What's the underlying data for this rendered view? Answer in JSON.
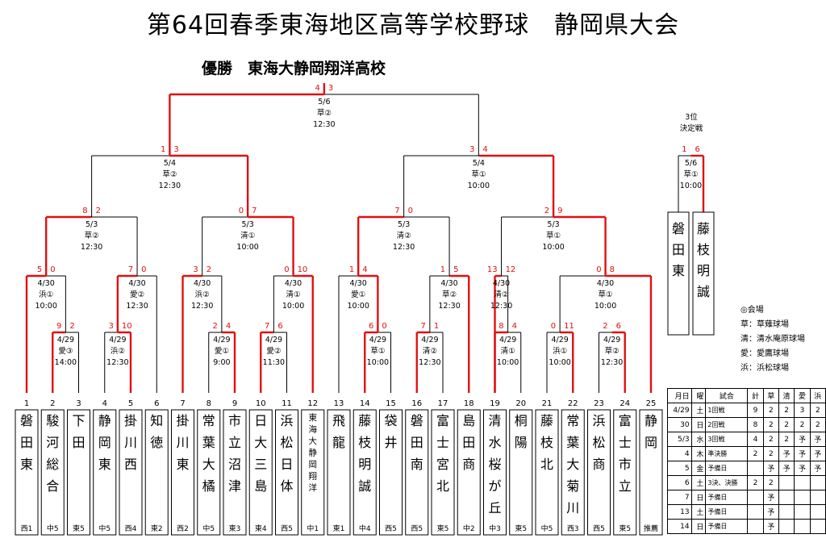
{
  "title": "第64回春季東海地区高等学校野球　静岡県大会",
  "winner": "優勝　東海大静岡翔洋高校",
  "teams": [
    {
      "num": "1",
      "name": "磐田東",
      "region": "西1"
    },
    {
      "num": "2",
      "name": "駿河総合",
      "region": "中5"
    },
    {
      "num": "3",
      "name": "下田",
      "region": "東5"
    },
    {
      "num": "4",
      "name": "静岡東",
      "region": "中5"
    },
    {
      "num": "5",
      "name": "掛川西",
      "region": "西4"
    },
    {
      "num": "6",
      "name": "知徳",
      "region": "東2"
    },
    {
      "num": "7",
      "name": "掛川東",
      "region": "西2"
    },
    {
      "num": "8",
      "name": "常葉大橘",
      "region": "中5"
    },
    {
      "num": "9",
      "name": "市立沼津",
      "region": "東3"
    },
    {
      "num": "10",
      "name": "日大三島",
      "region": "東4"
    },
    {
      "num": "11",
      "name": "浜松日体",
      "region": "西5"
    },
    {
      "num": "12",
      "name": "東海大静岡翔洋",
      "region": "中1"
    },
    {
      "num": "13",
      "name": "飛龍",
      "region": "東1"
    },
    {
      "num": "14",
      "name": "藤枝明誠",
      "region": "中4"
    },
    {
      "num": "15",
      "name": "袋井",
      "region": "西5"
    },
    {
      "num": "16",
      "name": "磐田南",
      "region": "西5"
    },
    {
      "num": "17",
      "name": "富士宮北",
      "region": "東5"
    },
    {
      "num": "18",
      "name": "島田商",
      "region": "中2"
    },
    {
      "num": "19",
      "name": "清水桜が丘",
      "region": "中3"
    },
    {
      "num": "20",
      "name": "桐陽",
      "region": "東5"
    },
    {
      "num": "21",
      "name": "藤枝北",
      "region": "中5"
    },
    {
      "num": "22",
      "name": "常葉大菊川",
      "region": "西3"
    },
    {
      "num": "23",
      "name": "浜松商",
      "region": "西5"
    },
    {
      "num": "24",
      "name": "富士市立",
      "region": "東5"
    },
    {
      "num": "25",
      "name": "静岡",
      "region": "推薦"
    }
  ],
  "games": [
    {
      "id": "r1a",
      "date": "4/29",
      "venue": "愛③",
      "time": "14:00",
      "ls": "9",
      "rs": "2"
    },
    {
      "id": "r1b",
      "date": "4/29",
      "venue": "浜②",
      "time": "12:30",
      "ls": "3",
      "rs": "10"
    },
    {
      "id": "r1c",
      "date": "4/29",
      "venue": "愛①",
      "time": "9:00",
      "ls": "2",
      "rs": "4"
    },
    {
      "id": "r1d",
      "date": "4/29",
      "venue": "愛②",
      "time": "11:30",
      "ls": "7",
      "rs": "6"
    },
    {
      "id": "r1e",
      "date": "4/29",
      "venue": "草①",
      "time": "10:00",
      "ls": "6",
      "rs": "0"
    },
    {
      "id": "r1f",
      "date": "4/29",
      "venue": "清②",
      "time": "12:30",
      "ls": "7",
      "rs": "1"
    },
    {
      "id": "r1g",
      "date": "4/29",
      "venue": "清①",
      "time": "10:00",
      "ls": "8",
      "rs": "4"
    },
    {
      "id": "r1h",
      "date": "4/29",
      "venue": "浜①",
      "time": "10:00",
      "ls": "0",
      "rs": "11"
    },
    {
      "id": "r1i",
      "date": "4/29",
      "venue": "草②",
      "time": "12:30",
      "ls": "2",
      "rs": "6"
    },
    {
      "id": "r2a",
      "date": "4/30",
      "venue": "浜①",
      "time": "10:00",
      "ls": "5",
      "rs": "0"
    },
    {
      "id": "r2b",
      "date": "4/30",
      "venue": "愛②",
      "time": "12:30",
      "ls": "7",
      "rs": "0"
    },
    {
      "id": "r2c",
      "date": "4/30",
      "venue": "浜②",
      "time": "12:30",
      "ls": "3",
      "rs": "2"
    },
    {
      "id": "r2d",
      "date": "4/30",
      "venue": "清①",
      "time": "10:00",
      "ls": "0",
      "rs": "10"
    },
    {
      "id": "r2e",
      "date": "4/30",
      "venue": "愛①",
      "time": "10:00",
      "ls": "1",
      "rs": "4"
    },
    {
      "id": "r2f",
      "date": "4/30",
      "venue": "草②",
      "time": "12:30",
      "ls": "1",
      "rs": "5"
    },
    {
      "id": "r2g",
      "date": "4/30",
      "venue": "清②",
      "time": "12:30",
      "ls": "13",
      "rs": "12"
    },
    {
      "id": "r2h",
      "date": "4/30",
      "venue": "草①",
      "time": "10:00",
      "ls": "0",
      "rs": "8"
    },
    {
      "id": "qfa",
      "date": "5/3",
      "venue": "草②",
      "time": "12:30",
      "ls": "8",
      "rs": "2"
    },
    {
      "id": "qfb",
      "date": "5/3",
      "venue": "清①",
      "time": "10:00",
      "ls": "0",
      "rs": "7"
    },
    {
      "id": "qfc",
      "date": "5/3",
      "venue": "清②",
      "time": "12:30",
      "ls": "7",
      "rs": "0"
    },
    {
      "id": "qfd",
      "date": "5/3",
      "venue": "草①",
      "time": "10:00",
      "ls": "2",
      "rs": "9"
    },
    {
      "id": "sfa",
      "date": "5/4",
      "venue": "草②",
      "time": "12:30",
      "ls": "1",
      "rs": "3"
    },
    {
      "id": "sfb",
      "date": "5/4",
      "venue": "草①",
      "time": "10:00",
      "ls": "3",
      "rs": "4"
    },
    {
      "id": "final",
      "date": "5/6",
      "venue": "草②",
      "time": "12:30",
      "ls": "4",
      "rs": "3"
    },
    {
      "id": "third",
      "date": "5/6",
      "venue": "草①",
      "time": "10:00",
      "ls": "1",
      "rs": "6"
    }
  ],
  "third_place": {
    "label1": "3位",
    "label2": "決定戦",
    "left_team": "磐田東",
    "right_team": "藤枝明誠"
  },
  "legend": {
    "title": "◎会場",
    "items": [
      "草：草薙球場",
      "清：清水庵原球場",
      "愛：愛鷹球場",
      "浜：浜松球場"
    ]
  },
  "schedule": {
    "header": [
      "月日",
      "曜",
      "試合",
      "計",
      "草",
      "清",
      "愛",
      "浜"
    ],
    "rows": [
      [
        "4/29",
        "土",
        "1回戦",
        "9",
        "2",
        "2",
        "3",
        "2"
      ],
      [
        "30",
        "日",
        "2回戦",
        "8",
        "2",
        "2",
        "2",
        "2"
      ],
      [
        "5/3",
        "水",
        "3回戦",
        "4",
        "2",
        "2",
        "予",
        "予"
      ],
      [
        "4",
        "木",
        "準決勝",
        "2",
        "2",
        "予",
        "予",
        "予"
      ],
      [
        "5",
        "金",
        "予備日",
        "",
        "予",
        "予",
        "予",
        "予"
      ],
      [
        "6",
        "土",
        "3決、決勝",
        "2",
        "2",
        "",
        "",
        ""
      ],
      [
        "7",
        "日",
        "予備日",
        "",
        "予",
        "",
        "",
        ""
      ],
      [
        "13",
        "土",
        "予備日",
        "",
        "予",
        "",
        "",
        ""
      ],
      [
        "14",
        "日",
        "予備日",
        "",
        "予",
        "",
        "",
        ""
      ]
    ]
  },
  "colors": {
    "win": "#e01010",
    "line": "#000000"
  }
}
